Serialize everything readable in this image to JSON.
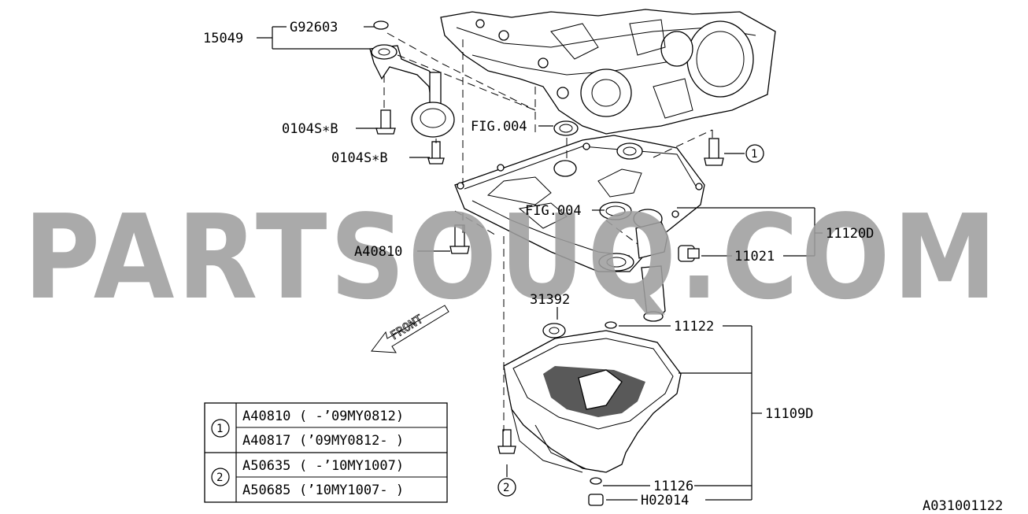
{
  "watermark": "PARTSOUQ.COM",
  "diagram_code": "A031001122",
  "front_label": "FRONT",
  "callouts": {
    "c15049": "15049",
    "cg92603": "G92603",
    "c0104a": "0104S∗B",
    "c0104b": "0104S∗B",
    "cfig1": "FIG.004",
    "cfig2": "FIG.004",
    "ca40810": "A40810",
    "c11120d": "11120D",
    "c11021": "11021",
    "c31392": "31392",
    "c11122": "11122",
    "c11109d": "11109D",
    "c11126": "11126",
    "ch02014": "H02014",
    "ref1": "1",
    "ref2": "2"
  },
  "legend": {
    "rows": [
      {
        "ref": "1",
        "part": "A40810",
        "range": "( -’09MY0812)"
      },
      {
        "ref": "1",
        "part": "A40817",
        "range": "(’09MY0812- )"
      },
      {
        "ref": "2",
        "part": "A50635",
        "range": "( -’10MY1007)"
      },
      {
        "ref": "2",
        "part": "A50685",
        "range": "(’10MY1007- )"
      }
    ],
    "group1": "1",
    "group2": "2"
  }
}
